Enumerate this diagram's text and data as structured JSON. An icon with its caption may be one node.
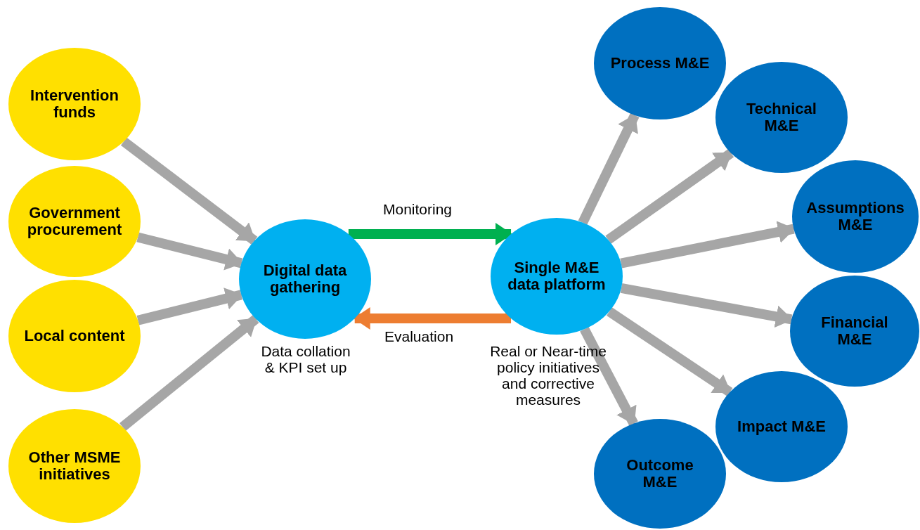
{
  "diagram": {
    "nodes": [
      {
        "text": [
          "Intervention funds"
        ]
      },
      {
        "text": [
          "Government procurement"
        ]
      },
      {
        "text": [
          "Local content"
        ]
      },
      {
        "text": [
          "Other MSME initiatives"
        ]
      },
      {
        "text": [
          "Digital data gathering"
        ],
        "beside": [
          "Data collation & KPI set up"
        ]
      },
      {
        "text": [
          "Single M&E data platform"
        ],
        "beside": [
          "Real or Near-time policy initiatives and corrective measures"
        ]
      },
      {
        "text": [
          "Process M&E"
        ]
      },
      {
        "text": [
          "Technical M&E"
        ]
      },
      {
        "text": [
          "Assumptions M&E"
        ]
      },
      {
        "text": [
          "Financial M&E"
        ]
      },
      {
        "text": [
          "Impact M&E"
        ]
      },
      {
        "text": [
          "Outcome M&E"
        ]
      }
    ],
    "edges": [
      {
        "from": 0,
        "to": 4,
        "arrow": "to"
      },
      {
        "from": 1,
        "to": 4,
        "arrow": "to"
      },
      {
        "from": 2,
        "to": 4,
        "arrow": "to"
      },
      {
        "from": 3,
        "to": 4,
        "arrow": "to"
      },
      {
        "from": 4,
        "to": 5,
        "arrow": "to",
        "label": "Monitoring",
        "color": "#00b050"
      },
      {
        "from": 5,
        "to": 4,
        "arrow": "to",
        "label": "Evaluation",
        "color": "#ed7d31"
      },
      {
        "from": 5,
        "to": 6,
        "arrow": "to"
      },
      {
        "from": 5,
        "to": 7,
        "arrow": "to"
      },
      {
        "from": 5,
        "to": 8,
        "arrow": "to"
      },
      {
        "from": 5,
        "to": 9,
        "arrow": "to"
      },
      {
        "from": 5,
        "to": 10,
        "arrow": "to"
      },
      {
        "from": 5,
        "to": 11,
        "arrow": "to"
      }
    ]
  }
}
